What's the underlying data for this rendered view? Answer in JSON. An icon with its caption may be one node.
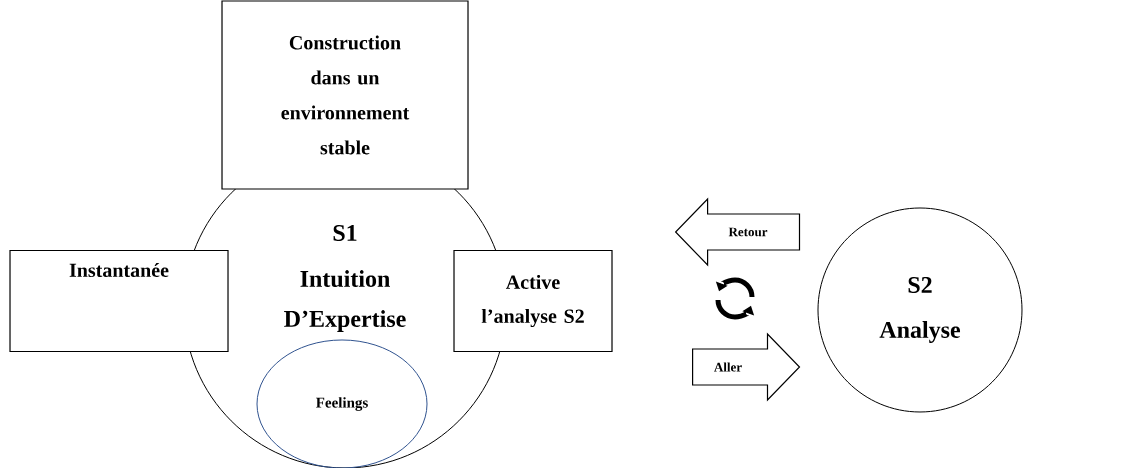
{
  "diagram": {
    "nodes": [
      {
        "text": [
          "Construction dans un environnement stable"
        ]
      },
      {
        "text": [
          "Instantanée"
        ]
      },
      {
        "text": [
          "S1",
          "Intuition D’Expertise"
        ]
      },
      {
        "text": [
          "Active l’analyse S2"
        ]
      },
      {
        "text": [
          "Feelings"
        ],
        "in": 2
      },
      {
        "text": [
          "S2",
          "Analyse"
        ]
      }
    ],
    "edges": [
      {
        "from": 5,
        "to": 3,
        "arrow": "to",
        "label": "Retour"
      },
      {
        "from": 3,
        "to": 5,
        "arrow": "to",
        "label": "Aller"
      }
    ]
  }
}
